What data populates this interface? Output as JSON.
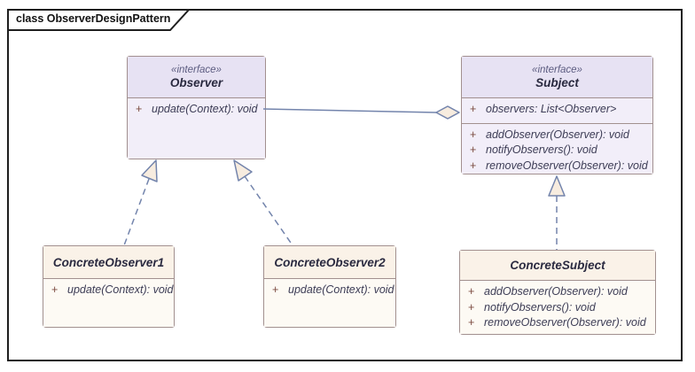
{
  "frame": {
    "title": "class ObserverDesignPattern"
  },
  "colors": {
    "frame_border": "#1f1f1f",
    "interface_header": "#e7e2f3",
    "interface_body": "#f2eef9",
    "class_header": "#faf2e8",
    "class_body": "#fdfaf4",
    "box_border": "#a2908f",
    "connector": "#7384ac",
    "arrow_fill": "#f7ecdf",
    "member_text": "#3c3c55",
    "visibility_text": "#7b4a3f",
    "stereotype_text": "#5c5c80",
    "class_name_text": "#2a2a40"
  },
  "nodes": {
    "observer": {
      "stereotype": "«interface»",
      "name": "Observer",
      "operations": [
        {
          "vis": "+",
          "sig": "update(Context): void"
        }
      ]
    },
    "subject": {
      "stereotype": "«interface»",
      "name": "Subject",
      "attributes": [
        {
          "vis": "+",
          "sig": "observers: List<Observer>"
        }
      ],
      "operations": [
        {
          "vis": "+",
          "sig": "addObserver(Observer): void"
        },
        {
          "vis": "+",
          "sig": "notifyObservers(): void"
        },
        {
          "vis": "+",
          "sig": "removeObserver(Observer): void"
        }
      ]
    },
    "concrete_observer1": {
      "name": "ConcreteObserver1",
      "operations": [
        {
          "vis": "+",
          "sig": "update(Context): void"
        }
      ]
    },
    "concrete_observer2": {
      "name": "ConcreteObserver2",
      "operations": [
        {
          "vis": "+",
          "sig": "update(Context): void"
        }
      ]
    },
    "concrete_subject": {
      "name": "ConcreteSubject",
      "operations": [
        {
          "vis": "+",
          "sig": "addObserver(Observer): void"
        },
        {
          "vis": "+",
          "sig": "notifyObservers(): void"
        },
        {
          "vis": "+",
          "sig": "removeObserver(Observer): void"
        }
      ]
    }
  },
  "relations": [
    {
      "type": "aggregation",
      "from": "Observer",
      "to": "Subject"
    },
    {
      "type": "realization",
      "from": "ConcreteObserver1",
      "to": "Observer"
    },
    {
      "type": "realization",
      "from": "ConcreteObserver2",
      "to": "Observer"
    },
    {
      "type": "realization",
      "from": "ConcreteSubject",
      "to": "Subject"
    }
  ]
}
